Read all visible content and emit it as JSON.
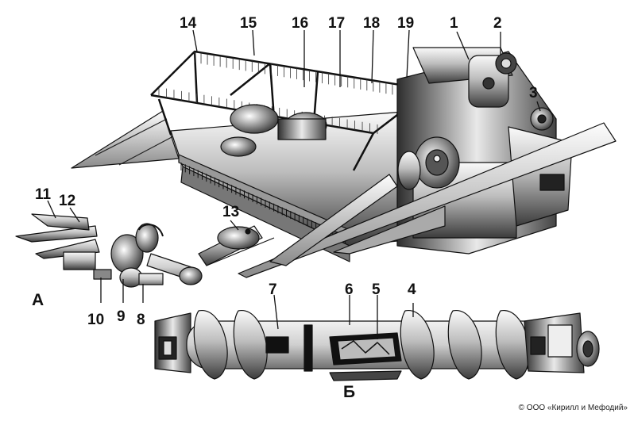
{
  "figure": {
    "callouts": {
      "c1": "1",
      "c2": "2",
      "c3": "3",
      "c4": "4",
      "c5": "5",
      "c6": "6",
      "c7": "7",
      "c8": "8",
      "c9": "9",
      "c10": "10",
      "c11": "11",
      "c12": "12",
      "c13": "13",
      "c14": "14",
      "c15": "15",
      "c16": "16",
      "c17": "17",
      "c18": "18",
      "c19": "19"
    },
    "section_labels": {
      "a": "А",
      "b": "Б"
    },
    "copyright": "© ООО «Кирилл и Мефодий»"
  },
  "colors": {
    "ink": "#111111",
    "steel_light": "#e6e6e6",
    "steel_dark": "#555555"
  }
}
